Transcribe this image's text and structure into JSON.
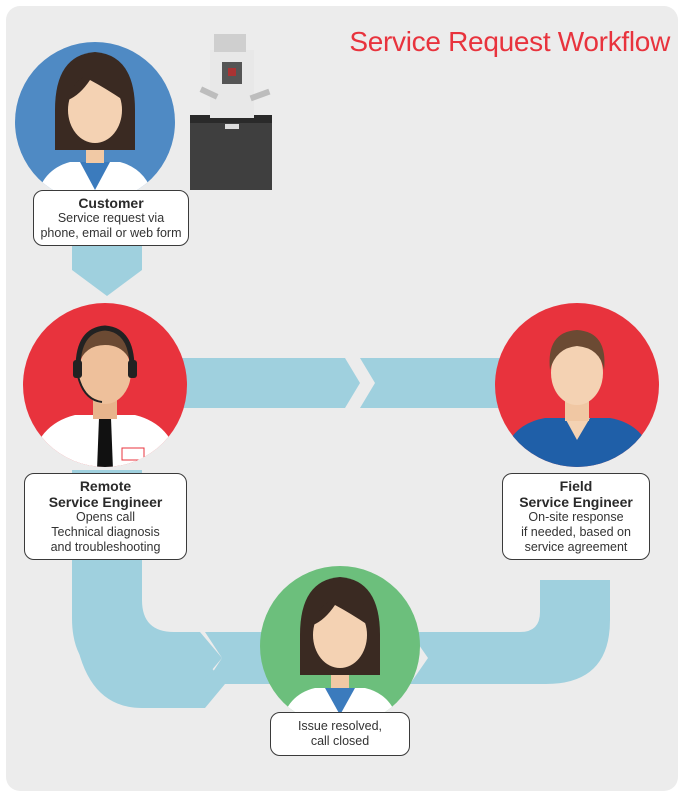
{
  "title": "Service Request Workflow",
  "colors": {
    "accent_red": "#e8333d",
    "flow_arrow": "#9fd0de",
    "customer_circle": "#4f8ac4",
    "engineer_circle": "#e8333d",
    "resolved_circle": "#6cbf7c"
  },
  "nodes": {
    "customer": {
      "heading": "Customer",
      "lines": [
        "Service request via",
        "phone, email or web form"
      ]
    },
    "remote": {
      "heading_lines": [
        "Remote",
        "Service Engineer"
      ],
      "lines": [
        "Opens call",
        "Technical diagnosis",
        "and troubleshooting"
      ]
    },
    "field": {
      "heading_lines": [
        "Field",
        "Service Engineer"
      ],
      "lines": [
        "On-site response",
        "if needed, based on",
        "service agreement"
      ]
    },
    "resolved": {
      "lines": [
        "Issue resolved,",
        "call closed"
      ]
    }
  },
  "icons": {
    "customer_avatar": "female-scientist-avatar",
    "instrument": "microscope-instrument-icon",
    "remote_avatar": "headset-engineer-avatar",
    "field_avatar": "polo-shirt-engineer-avatar",
    "resolved_avatar": "female-scientist-avatar"
  }
}
